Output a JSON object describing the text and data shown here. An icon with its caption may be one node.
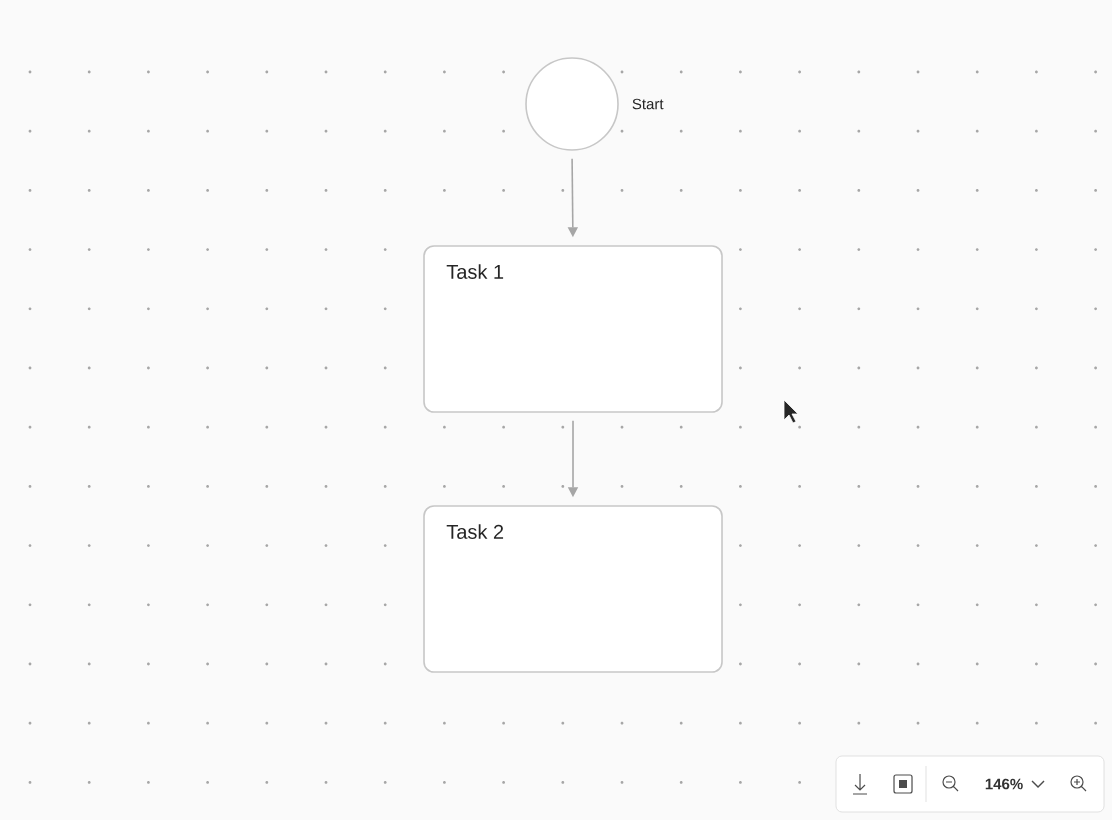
{
  "diagram": {
    "nodes": [
      {
        "text": [],
        "shape": "circle",
        "beside": [
          "Start"
        ]
      },
      {
        "text": [
          "Task 1"
        ]
      },
      {
        "text": [
          "Task 2"
        ]
      }
    ],
    "edges": [
      {
        "from": 0,
        "to": 1,
        "arrow": "to"
      },
      {
        "from": 1,
        "to": 2,
        "arrow": "to"
      }
    ],
    "labels": [
      "146%"
    ]
  }
}
